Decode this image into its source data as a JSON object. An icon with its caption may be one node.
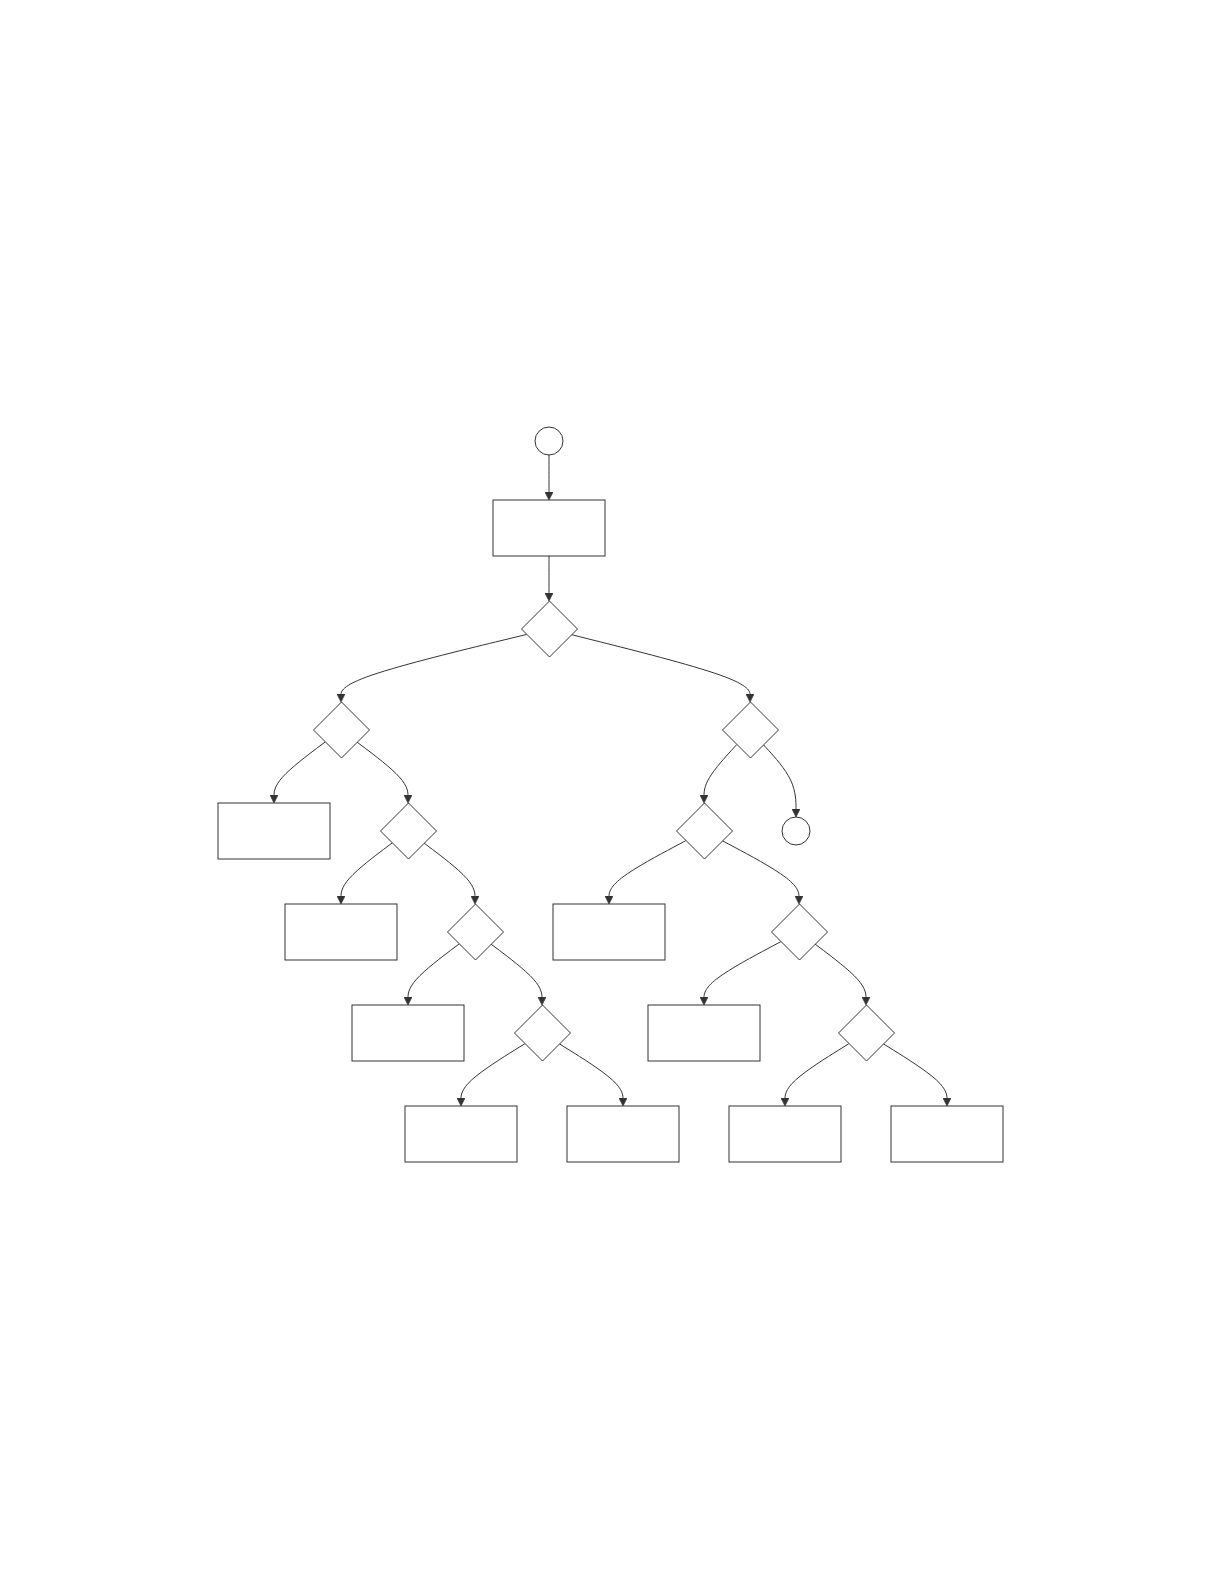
{
  "diagram": {
    "nodes": [
      {
        "text": [],
        "shape": "circle"
      },
      {
        "text": [],
        "shape": "box"
      },
      {
        "text": [],
        "shape": "diamond"
      },
      {
        "text": [],
        "shape": "diamond"
      },
      {
        "text": [],
        "shape": "box"
      },
      {
        "text": [],
        "shape": "diamond"
      },
      {
        "text": [],
        "shape": "box"
      },
      {
        "text": [],
        "shape": "diamond"
      },
      {
        "text": [],
        "shape": "box"
      },
      {
        "text": [],
        "shape": "diamond"
      },
      {
        "text": [],
        "shape": "box"
      },
      {
        "text": [],
        "shape": "box"
      },
      {
        "text": [],
        "shape": "diamond"
      },
      {
        "text": [],
        "shape": "diamond"
      },
      {
        "text": [],
        "shape": "box"
      },
      {
        "text": [],
        "shape": "diamond"
      },
      {
        "text": [],
        "shape": "box"
      },
      {
        "text": [],
        "shape": "diamond"
      },
      {
        "text": [],
        "shape": "box"
      },
      {
        "text": [],
        "shape": "circle"
      },
      {
        "text": [],
        "shape": "box"
      }
    ],
    "edges": [
      {
        "from": 0,
        "to": 1,
        "arrow": "to"
      },
      {
        "from": 1,
        "to": 2,
        "arrow": "to"
      },
      {
        "from": 2,
        "to": 3,
        "arrow": "to"
      },
      {
        "from": 3,
        "to": 4,
        "arrow": "to"
      },
      {
        "from": 3,
        "to": 5,
        "arrow": "to"
      },
      {
        "from": 5,
        "to": 6,
        "arrow": "to"
      },
      {
        "from": 5,
        "to": 7,
        "arrow": "to"
      },
      {
        "from": 7,
        "to": 8,
        "arrow": "to"
      },
      {
        "from": 7,
        "to": 9,
        "arrow": "to"
      },
      {
        "from": 9,
        "to": 10,
        "arrow": "to"
      },
      {
        "from": 9,
        "to": 11,
        "arrow": "to"
      },
      {
        "from": 2,
        "to": 12,
        "arrow": "to"
      },
      {
        "from": 12,
        "to": 13,
        "arrow": "to"
      },
      {
        "from": 13,
        "to": 14,
        "arrow": "to"
      },
      {
        "from": 13,
        "to": 15,
        "arrow": "to"
      },
      {
        "from": 15,
        "to": 16,
        "arrow": "to"
      },
      {
        "from": 15,
        "to": 17,
        "arrow": "to"
      },
      {
        "from": 17,
        "to": 18,
        "arrow": "to"
      },
      {
        "from": 17,
        "to": 20,
        "arrow": "to"
      },
      {
        "from": 12,
        "to": 19,
        "arrow": "to"
      }
    ]
  }
}
